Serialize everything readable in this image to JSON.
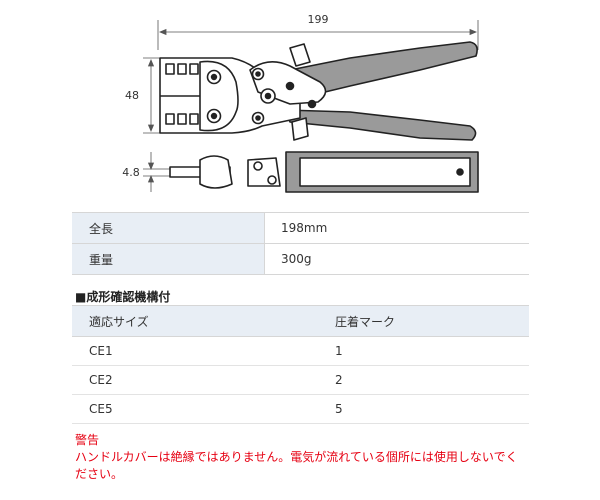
{
  "drawing": {
    "dim_length": "199",
    "dim_height": "48",
    "dim_thickness": "4.8"
  },
  "specs": [
    {
      "label": "全長",
      "value": "198mm"
    },
    {
      "label": "重量",
      "value": "300g"
    }
  ],
  "compat": {
    "title": "■成形確認機構付",
    "headers": [
      "適応サイズ",
      "圧着マーク"
    ],
    "rows": [
      [
        "CE1",
        "1"
      ],
      [
        "CE2",
        "2"
      ],
      [
        "CE5",
        "5"
      ]
    ]
  },
  "warning": {
    "heading": "警告",
    "line1": "ハンドルカバーは絶縁ではありません。電気が流れている個所には使用しないでく",
    "line2": "ださい。"
  },
  "colors": {
    "warning": "#e60012",
    "label_bg": "#e8eef5"
  }
}
